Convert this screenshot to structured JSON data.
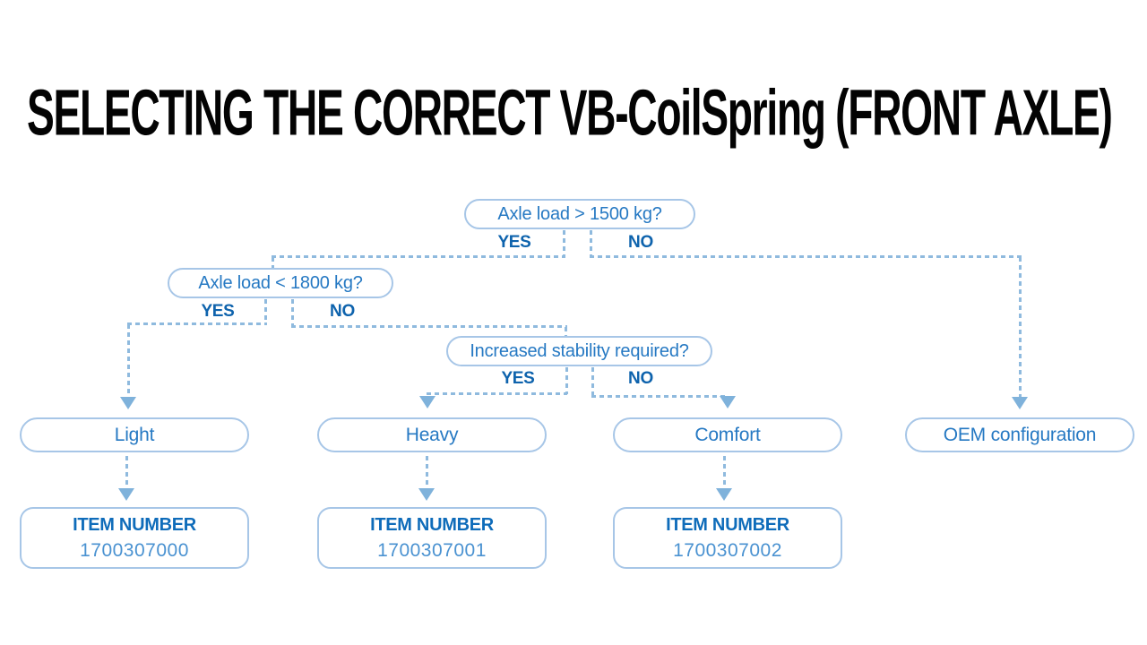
{
  "title": "SELECTING THE CORRECT VB-CoilSpring (FRONT AXLE)",
  "colors": {
    "question_text": "#2679c3",
    "yes_no_label": "#0e63ad",
    "item_heading": "#0f6cba",
    "item_number": "#4a92d1",
    "box_border": "#a7c6e7",
    "dashed_line": "#8fbade",
    "arrow": "#7fb2db",
    "title_text": "#030303",
    "background": "#ffffff"
  },
  "flowchart": {
    "decisions": [
      {
        "label": "Axle load > 1500 kg?",
        "yes": "YES",
        "no": "NO"
      },
      {
        "label": "Axle load < 1800 kg?",
        "yes": "YES",
        "no": "NO"
      },
      {
        "label": "Increased stability required?",
        "yes": "YES",
        "no": "NO"
      }
    ],
    "outcomes": [
      {
        "label": "Light"
      },
      {
        "label": "Heavy"
      },
      {
        "label": "Comfort"
      },
      {
        "label": "OEM configuration"
      }
    ],
    "item_boxes": [
      {
        "heading": "ITEM NUMBER",
        "number": "1700307000"
      },
      {
        "heading": "ITEM NUMBER",
        "number": "1700307001"
      },
      {
        "heading": "ITEM NUMBER",
        "number": "1700307002"
      }
    ]
  }
}
